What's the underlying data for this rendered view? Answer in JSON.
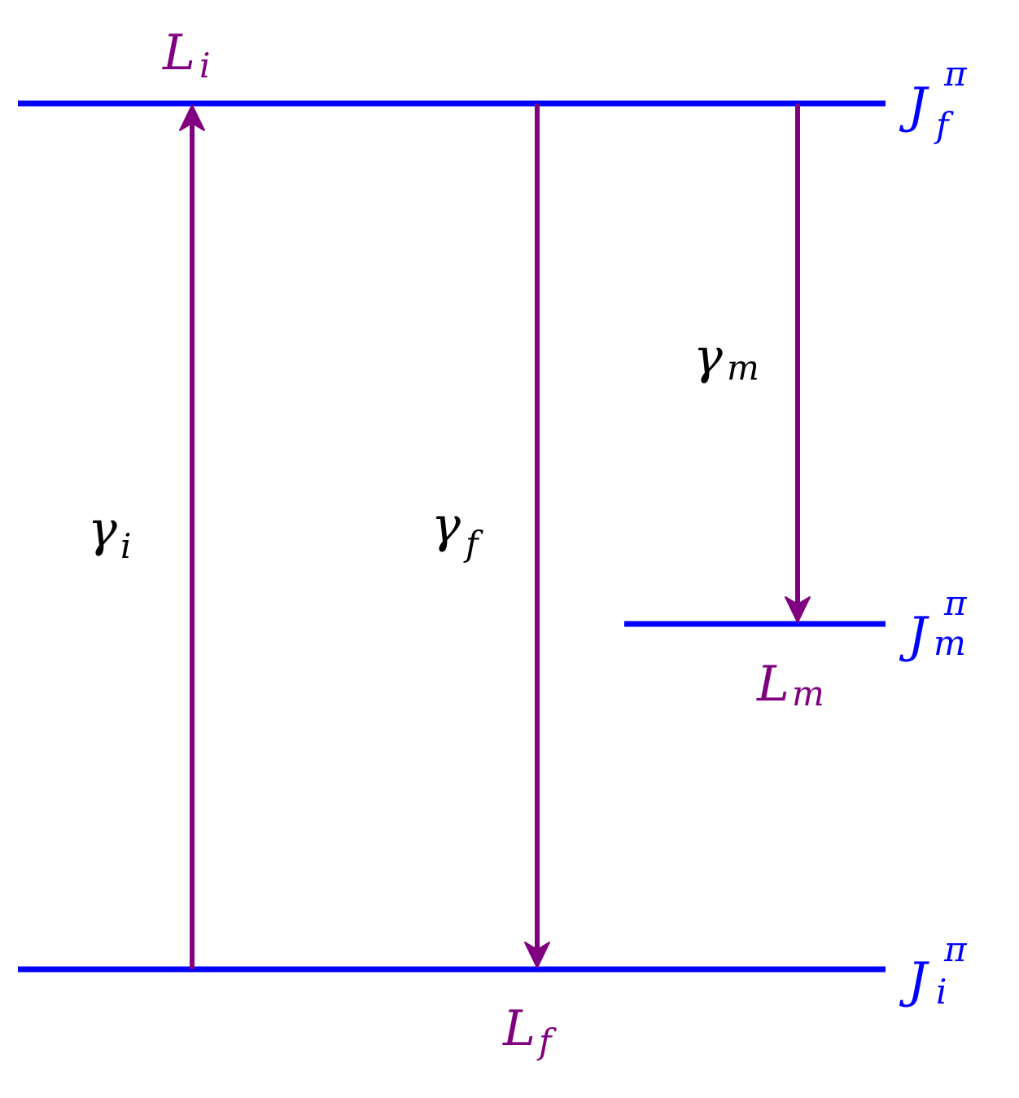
{
  "colors": {
    "level": "#0000ff",
    "transition": "#800080",
    "gamma_text": "#000000",
    "background": "#ffffff"
  },
  "levels": {
    "final": {
      "symbol": "J",
      "sup": "π",
      "sub": "f"
    },
    "middle": {
      "symbol": "J",
      "sup": "π",
      "sub": "m"
    },
    "initial": {
      "symbol": "J",
      "sup": "π",
      "sub": "i"
    }
  },
  "transitions": {
    "gamma_i": {
      "symbol": "γ",
      "sub": "i",
      "multipolarity": {
        "symbol": "L",
        "sub": "i"
      }
    },
    "gamma_f": {
      "symbol": "γ",
      "sub": "f",
      "multipolarity": {
        "symbol": "L",
        "sub": "f"
      }
    },
    "gamma_m": {
      "symbol": "γ",
      "sub": "m",
      "multipolarity": {
        "symbol": "L",
        "sub": "m"
      }
    }
  }
}
